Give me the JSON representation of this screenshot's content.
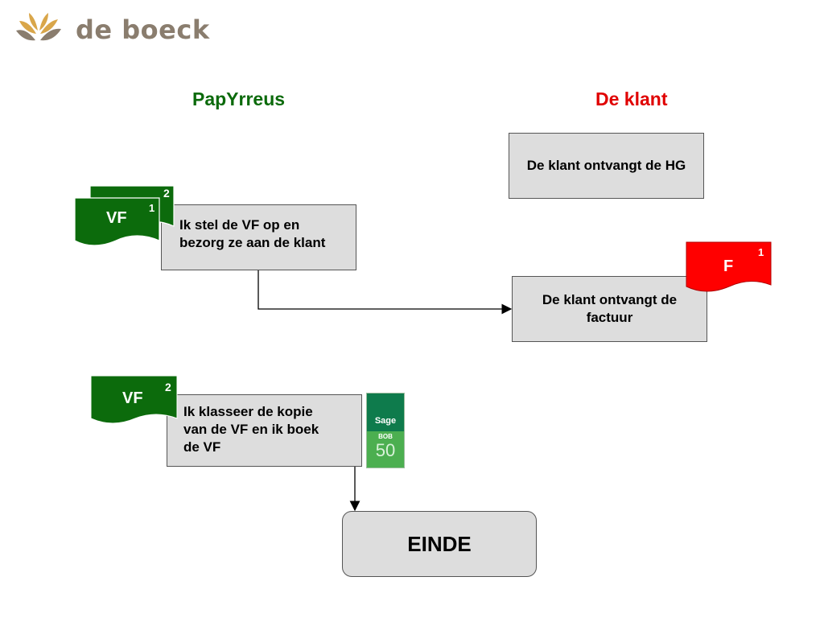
{
  "logo": {
    "text": "de boeck"
  },
  "columns": {
    "left_title": "PapYrreus",
    "right_title": "De klant"
  },
  "colors": {
    "left_title": "#0b6a0b",
    "right_title": "#e00000",
    "doc_green": "#0c6b0c",
    "doc_red": "#ff0000",
    "box_fill": "#dddddd",
    "logo_accent": "#d9a64a"
  },
  "documents": {
    "vf_back_number": "2",
    "vf_front_label": "VF",
    "vf_front_number": "1",
    "f_label": "F",
    "f_number": "1",
    "vf_copy_label": "VF",
    "vf_copy_number": "2"
  },
  "boxes": {
    "klant_hg": "De klant ontvangt de HG",
    "stel_vf": [
      "Ik stel de VF op en",
      "bezorg ze aan de klant"
    ],
    "klant_factuur": [
      "De klant ontvangt de",
      "factuur"
    ],
    "klasseer": [
      "Ik klasseer de kopie",
      "van de VF en ik boek",
      "de VF"
    ],
    "einde": "EINDE"
  },
  "sage_logo": {
    "brand": "Sage",
    "product": "BOB",
    "version": "50"
  }
}
